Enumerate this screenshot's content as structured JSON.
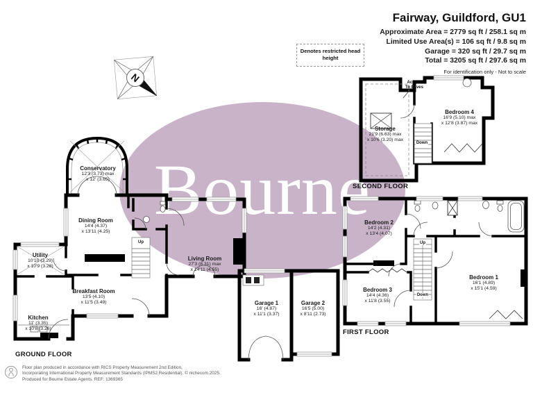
{
  "title_block": {
    "title": "Fairway, Guildford, GU1",
    "lines": [
      "Approximate Area = 2779 sq ft / 258.1 sq m",
      "Limited Use Area(s) = 106 sq ft / 9.8 sq m",
      "Garage = 320 sq ft / 29.7 sq m",
      "Total = 3205 sq ft / 297.6 sq m"
    ],
    "note": "For identification only - Not to scale"
  },
  "legend": {
    "restricted_head_height": "Denotes restricted head height"
  },
  "watermark": {
    "text": "Bourne",
    "color": "#c9b3c9"
  },
  "compass": {
    "north": "N"
  },
  "floors": {
    "second": {
      "label": "SECOND FLOOR",
      "stairs_down": "Down",
      "access_line1": "Access",
      "access_line2": "To Eaves",
      "rooms": {
        "storage": {
          "name": "Storage",
          "dim1": "21'9 (6.63) max",
          "dim2": "x 10'6 (3.20) max"
        },
        "bedroom4": {
          "name": "Bedroom 4",
          "dim1": "16'9 (5.10) max",
          "dim2": "x 12'8 (3.87) max"
        }
      }
    },
    "first": {
      "label": "FIRST FLOOR",
      "stairs_up": "Up",
      "stairs_down": "Down",
      "rooms": {
        "bedroom1": {
          "name": "Bedroom 1",
          "dim1": "16'1 (4.89)",
          "dim2": "x 15'1 (4.59)"
        },
        "bedroom2": {
          "name": "Bedroom 2",
          "dim1": "14'2 (4.31)",
          "dim2": "x 13'4 (4.07)"
        },
        "bedroom3": {
          "name": "Bedroom 3",
          "dim1": "14'4 (4.36)",
          "dim2": "x 11'8 (3.55)"
        }
      }
    },
    "ground": {
      "label": "GROUND FLOOR",
      "stairs_up": "Up",
      "rooms": {
        "conservatory": {
          "name": "Conservatory",
          "dim1": "12'3 (3.73) max",
          "dim2": "x 12' (3.65)"
        },
        "dining": {
          "name": "Dining Room",
          "dim1": "14'4 (4.37)",
          "dim2": "x 13'11 (4.25)"
        },
        "utility": {
          "name": "Utility",
          "dim1": "10'10 (3.29)",
          "dim2": "x 10'9 (3.28)"
        },
        "breakfast": {
          "name": "Breakfast Room",
          "dim1": "13'5 (4.10)",
          "dim2": "x 11'5 (3.49)"
        },
        "kitchen": {
          "name": "Kitchen",
          "dim1": "11' (3.35)",
          "dim2": "x 10'8 (3.26)"
        },
        "living": {
          "name": "Living Room",
          "dim1": "27'3 (8.31) max",
          "dim2": "x 14'11 (4.55)"
        },
        "garage1": {
          "name": "Garage 1",
          "dim1": "16' (4.87)",
          "dim2": "x 11'1 (3.37)"
        },
        "garage2": {
          "name": "Garage 2",
          "dim1": "16'5 (5.00)",
          "dim2": "x 8'11 (2.73)"
        }
      }
    }
  },
  "footer": {
    "line1": "Floor plan produced in accordance with RICS Property Measurement 2nd Edition,",
    "line2": "Incorporating International Property Measurement Standards (IPMS2 Residential).  © nichecom 2025.",
    "line3": "Produced for Bourne Estate Agents.   REF: 1369365"
  }
}
